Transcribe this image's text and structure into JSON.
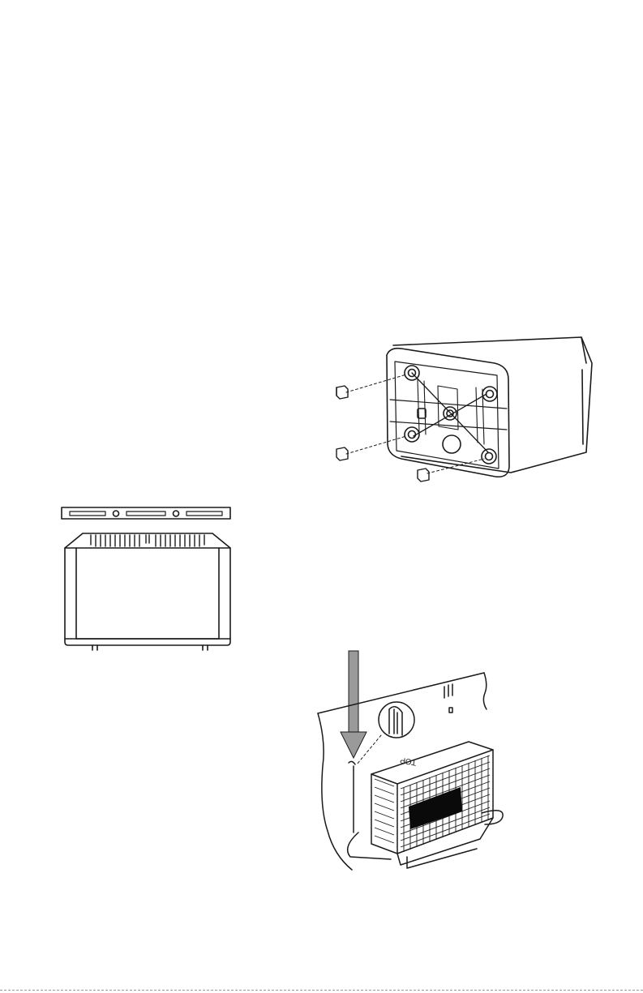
{
  "page": {
    "background": "#ffffff",
    "ink_color": "#1a1a1a",
    "arrow_color": "#9a9a9a"
  },
  "figures": {
    "chassis_feet": {
      "icon": "chassis-underside-with-feet-illustration"
    },
    "top_panel": {
      "icon": "top-cover-and-grille-illustration"
    },
    "filter_cartridge": {
      "icon": "filter-cartridge-insertion-illustration",
      "label": "TOP"
    }
  }
}
